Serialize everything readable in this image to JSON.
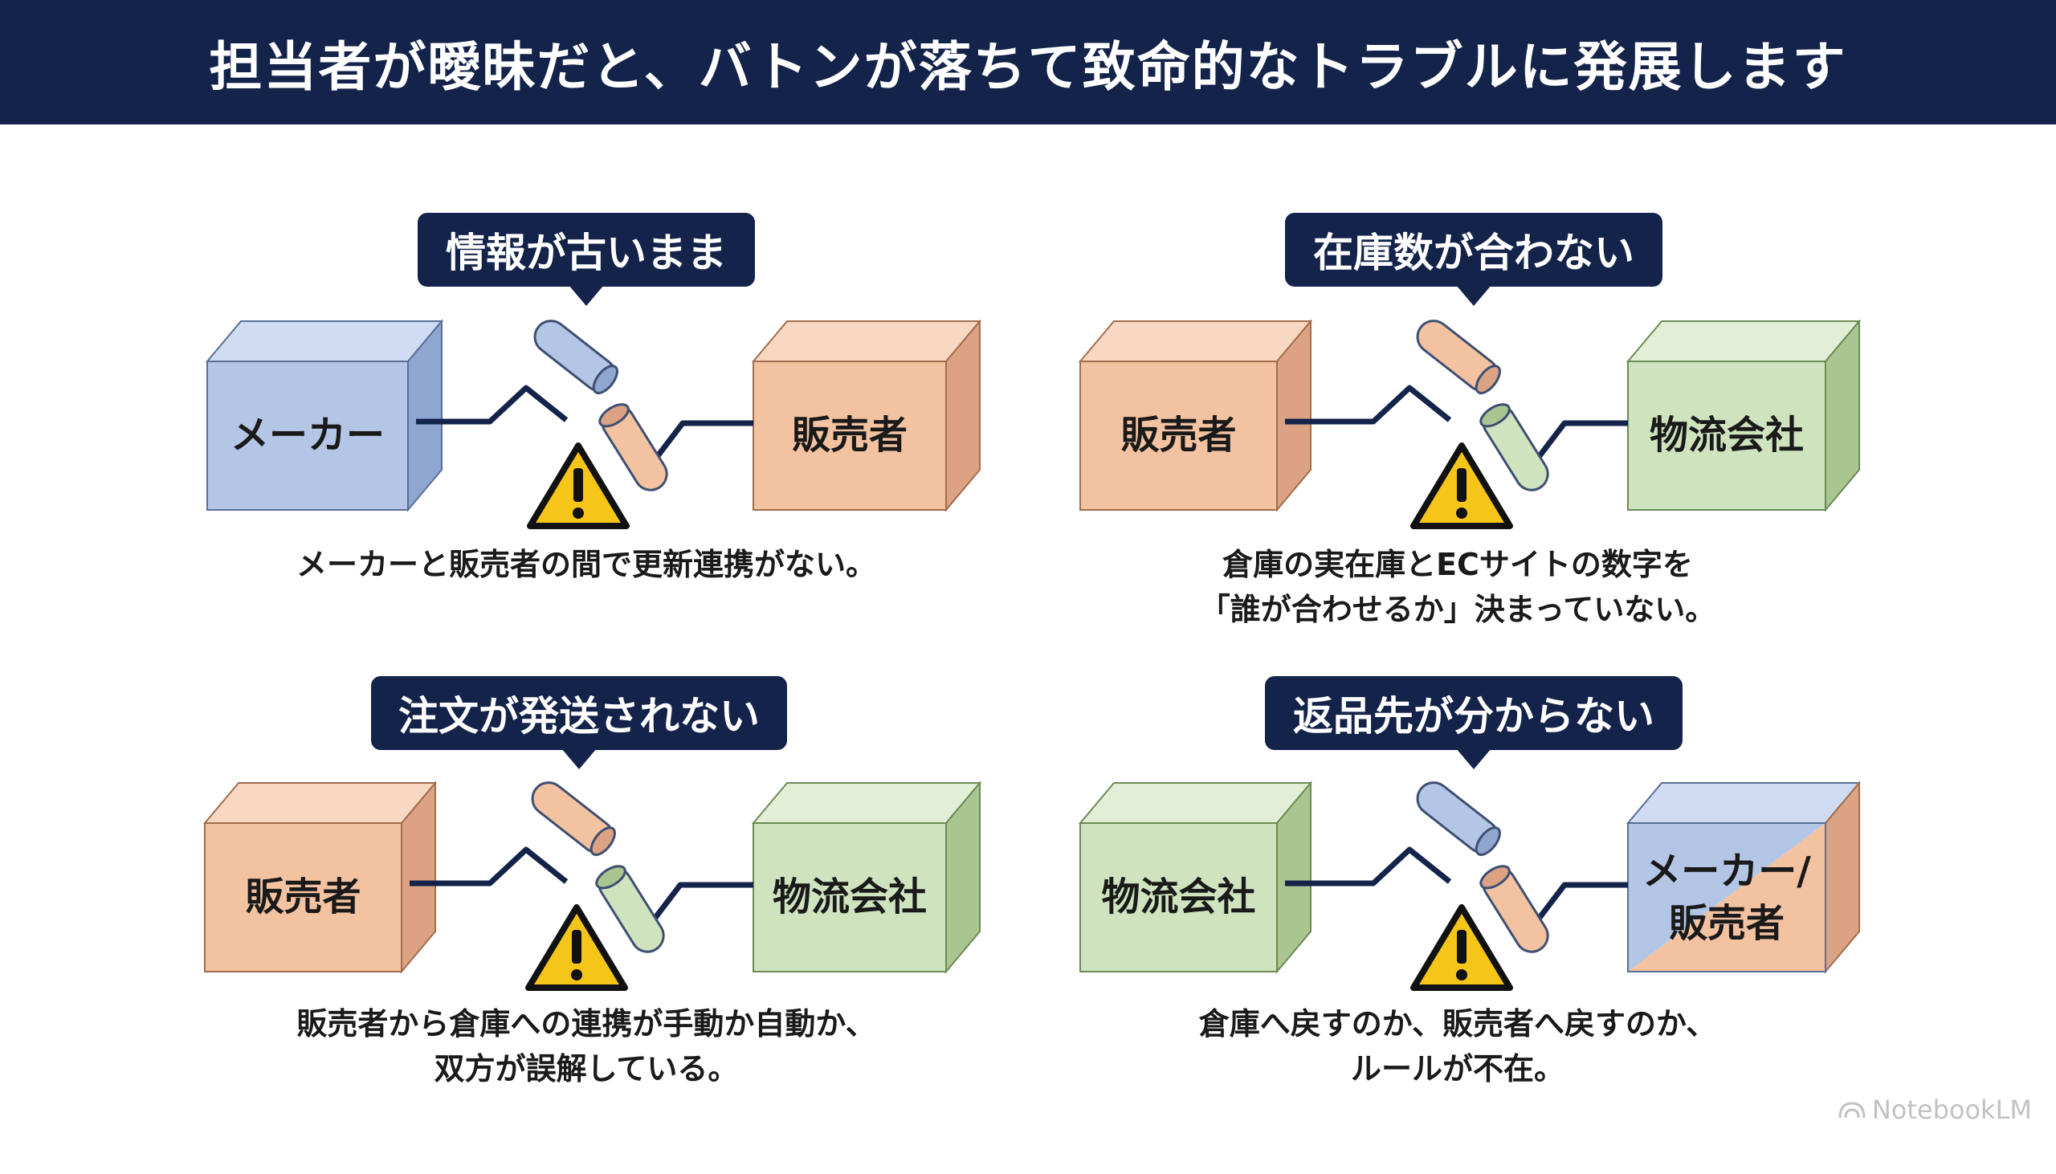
{
  "title": "担当者が曖昧だと、バトンが落ちて致命的なトラブルに発展します",
  "colors": {
    "navy": "#13234a",
    "blue": "#b4c6e6",
    "orange": "#f3c2a0",
    "green": "#cfe3bf",
    "warning_yellow": "#f5c518"
  },
  "panels": [
    {
      "callout": "情報が古いまま",
      "left_box": {
        "label": "メーカー",
        "color": "blue"
      },
      "right_box": {
        "label": "販売者",
        "color": "orange"
      },
      "batons": [
        "blue",
        "orange"
      ],
      "icon": "warning-icon",
      "caption": [
        "メーカーと販売者の間で更新連携がない。"
      ]
    },
    {
      "callout": "在庫数が合わない",
      "left_box": {
        "label": "販売者",
        "color": "orange"
      },
      "right_box": {
        "label": "物流会社",
        "color": "green"
      },
      "batons": [
        "orange",
        "green"
      ],
      "icon": "warning-icon",
      "caption": [
        "倉庫の実在庫とECサイトの数字を",
        "「誰が合わせるか」決まっていない。"
      ]
    },
    {
      "callout": "注文が発送されない",
      "left_box": {
        "label": "販売者",
        "color": "orange"
      },
      "right_box": {
        "label": "物流会社",
        "color": "green"
      },
      "batons": [
        "orange",
        "green"
      ],
      "icon": "warning-icon",
      "caption": [
        "販売者から倉庫への連携が手動か自動か、",
        "双方が誤解している。"
      ]
    },
    {
      "callout": "返品先が分からない",
      "left_box": {
        "label": "物流会社",
        "color": "green"
      },
      "right_box": {
        "label": "メーカー/販売者",
        "label_lines": [
          "メーカー/",
          "販売者"
        ],
        "color": "split"
      },
      "batons": [
        "blue",
        "orange"
      ],
      "icon": "warning-icon",
      "caption": [
        "倉庫へ戻すのか、販売者へ戻すのか、",
        "ルールが不在。"
      ]
    }
  ],
  "watermark": "NotebookLM"
}
